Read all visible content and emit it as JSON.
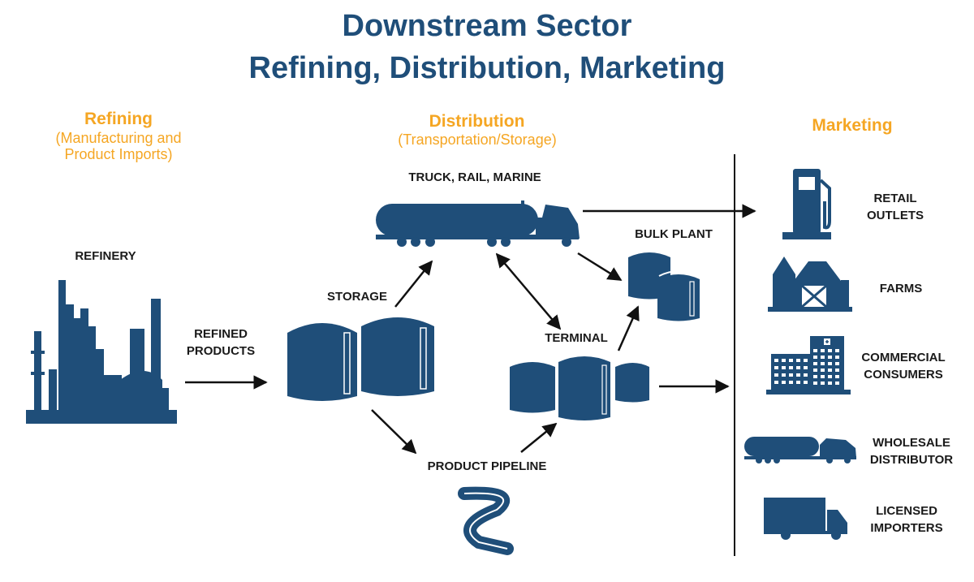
{
  "title": {
    "line1": "Downstream Sector",
    "line2": "Refining, Distribution, Marketing"
  },
  "sections": {
    "refining": {
      "heading": "Refining",
      "sub1": "(Manufacturing and",
      "sub2": "Product Imports)"
    },
    "distribution": {
      "heading": "Distribution",
      "sub": "(Transportation/Storage)"
    },
    "marketing": {
      "heading": "Marketing"
    }
  },
  "nodes": {
    "refinery": "REFINERY",
    "refined_products": {
      "line1": "REFINED",
      "line2": "PRODUCTS"
    },
    "storage": "STORAGE",
    "transport": "TRUCK, RAIL, MARINE",
    "bulk_plant": "BULK PLANT",
    "terminal": "TERMINAL",
    "pipeline": "PRODUCT PIPELINE"
  },
  "marketing_items": {
    "retail": {
      "line1": "RETAIL",
      "line2": "OUTLETS"
    },
    "farms": {
      "line1": "FARMS"
    },
    "commercial": {
      "line1": "COMMERCIAL",
      "line2": "CONSUMERS"
    },
    "wholesale": {
      "line1": "WHOLESALE",
      "line2": "DISTRIBUTOR"
    },
    "importers": {
      "line1": "LICENSED",
      "line2": "IMPORTERS"
    }
  },
  "colors": {
    "title": "#1f4e79",
    "accent": "#f5a623",
    "icon": "#1f4e79",
    "text": "#1a1a1a"
  }
}
